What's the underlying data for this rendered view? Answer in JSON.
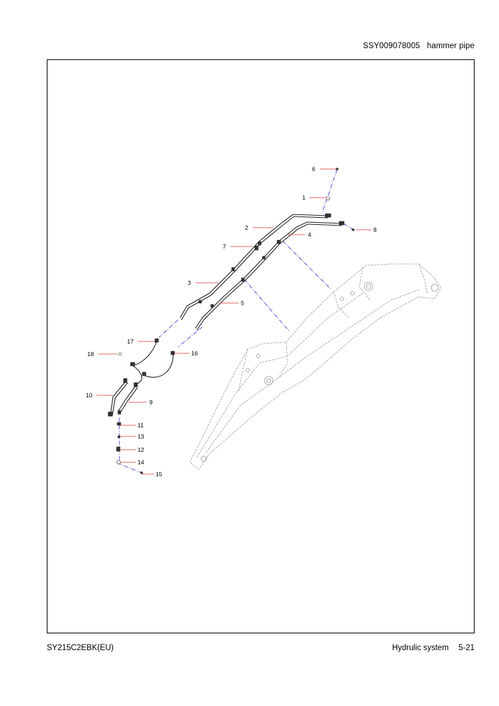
{
  "header": {
    "doc_code": "SSY009078005",
    "title": "hammer pipe"
  },
  "footer": {
    "model": "SY215C2EBK(EU)",
    "section": "Hydrulic system",
    "page": "5-21"
  },
  "callouts": [
    "1",
    "2",
    "3",
    "4",
    "5",
    "6",
    "7",
    "8",
    "9",
    "10",
    "11",
    "12",
    "13",
    "14",
    "15",
    "16",
    "17",
    "18"
  ],
  "colors": {
    "leader": "#e03030",
    "centerline": "#2a2acc",
    "boom": "#9a9a9a",
    "pipe": "#222222"
  }
}
